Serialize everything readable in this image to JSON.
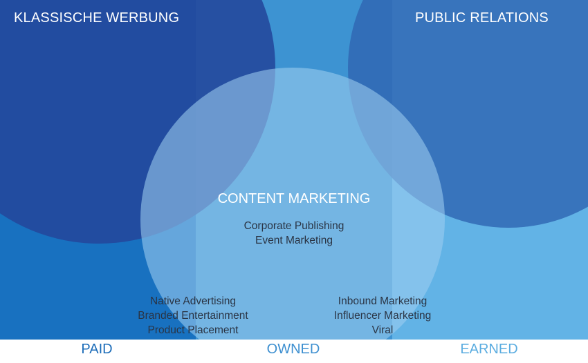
{
  "colors": {
    "paid_column": "#1871c0",
    "owned_column": "#3d93d2",
    "earned_column": "#62b3e6",
    "classic_circle": "#23479b",
    "pr_circle": "#2f66b2",
    "content_circle": "#9ccdf0",
    "footer_bg": "#ffffff",
    "paid_text": "#1a6bb8",
    "owned_text": "#3d8fd0",
    "earned_text": "#5aace0",
    "dark_text": "#2a3444"
  },
  "circles": {
    "classic_advertising": "KLASSISCHE WERBUNG",
    "public_relations": "PUBLIC RELATIONS",
    "content_marketing": "CONTENT MARKETING"
  },
  "content_items": [
    "Corporate Publishing",
    "Event Marketing"
  ],
  "paid_overlap_items": [
    "Native Advertising",
    "Branded Entertainment",
    "Product Placement"
  ],
  "earned_overlap_items": [
    "Inbound Marketing",
    "Influencer Marketing",
    "Viral"
  ],
  "columns": {
    "paid": "PAID",
    "owned": "OWNED",
    "earned": "EARNED"
  }
}
